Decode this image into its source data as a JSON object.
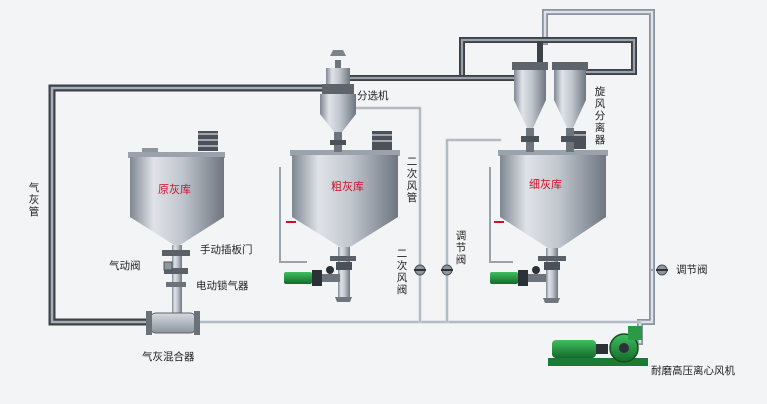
{
  "labels": {
    "raw_silo": "原灰库",
    "coarse_silo": "粗灰库",
    "fine_silo": "细灰库",
    "classifier": "分选机",
    "cyclone": "旋风分离器",
    "secondary_air_pipe": "二次风管",
    "secondary_air_valve": "二次风阀",
    "adjust_valve_mid": "调节阀",
    "adjust_valve_right": "调节阀",
    "manual_gate": "手动插板门",
    "pneumatic_valve": "气动阀",
    "electric_lock": "电动锁气器",
    "air_ash_pipe": "气灰管",
    "mixer": "气灰混合器",
    "fan": "耐磨高压离心风机"
  },
  "colors": {
    "tank_label": "#d0102a",
    "text": "#222222",
    "pipe": "#8a93a0",
    "tank_steel": "#b6bcc4",
    "motor_green": "#1e8a3a"
  }
}
